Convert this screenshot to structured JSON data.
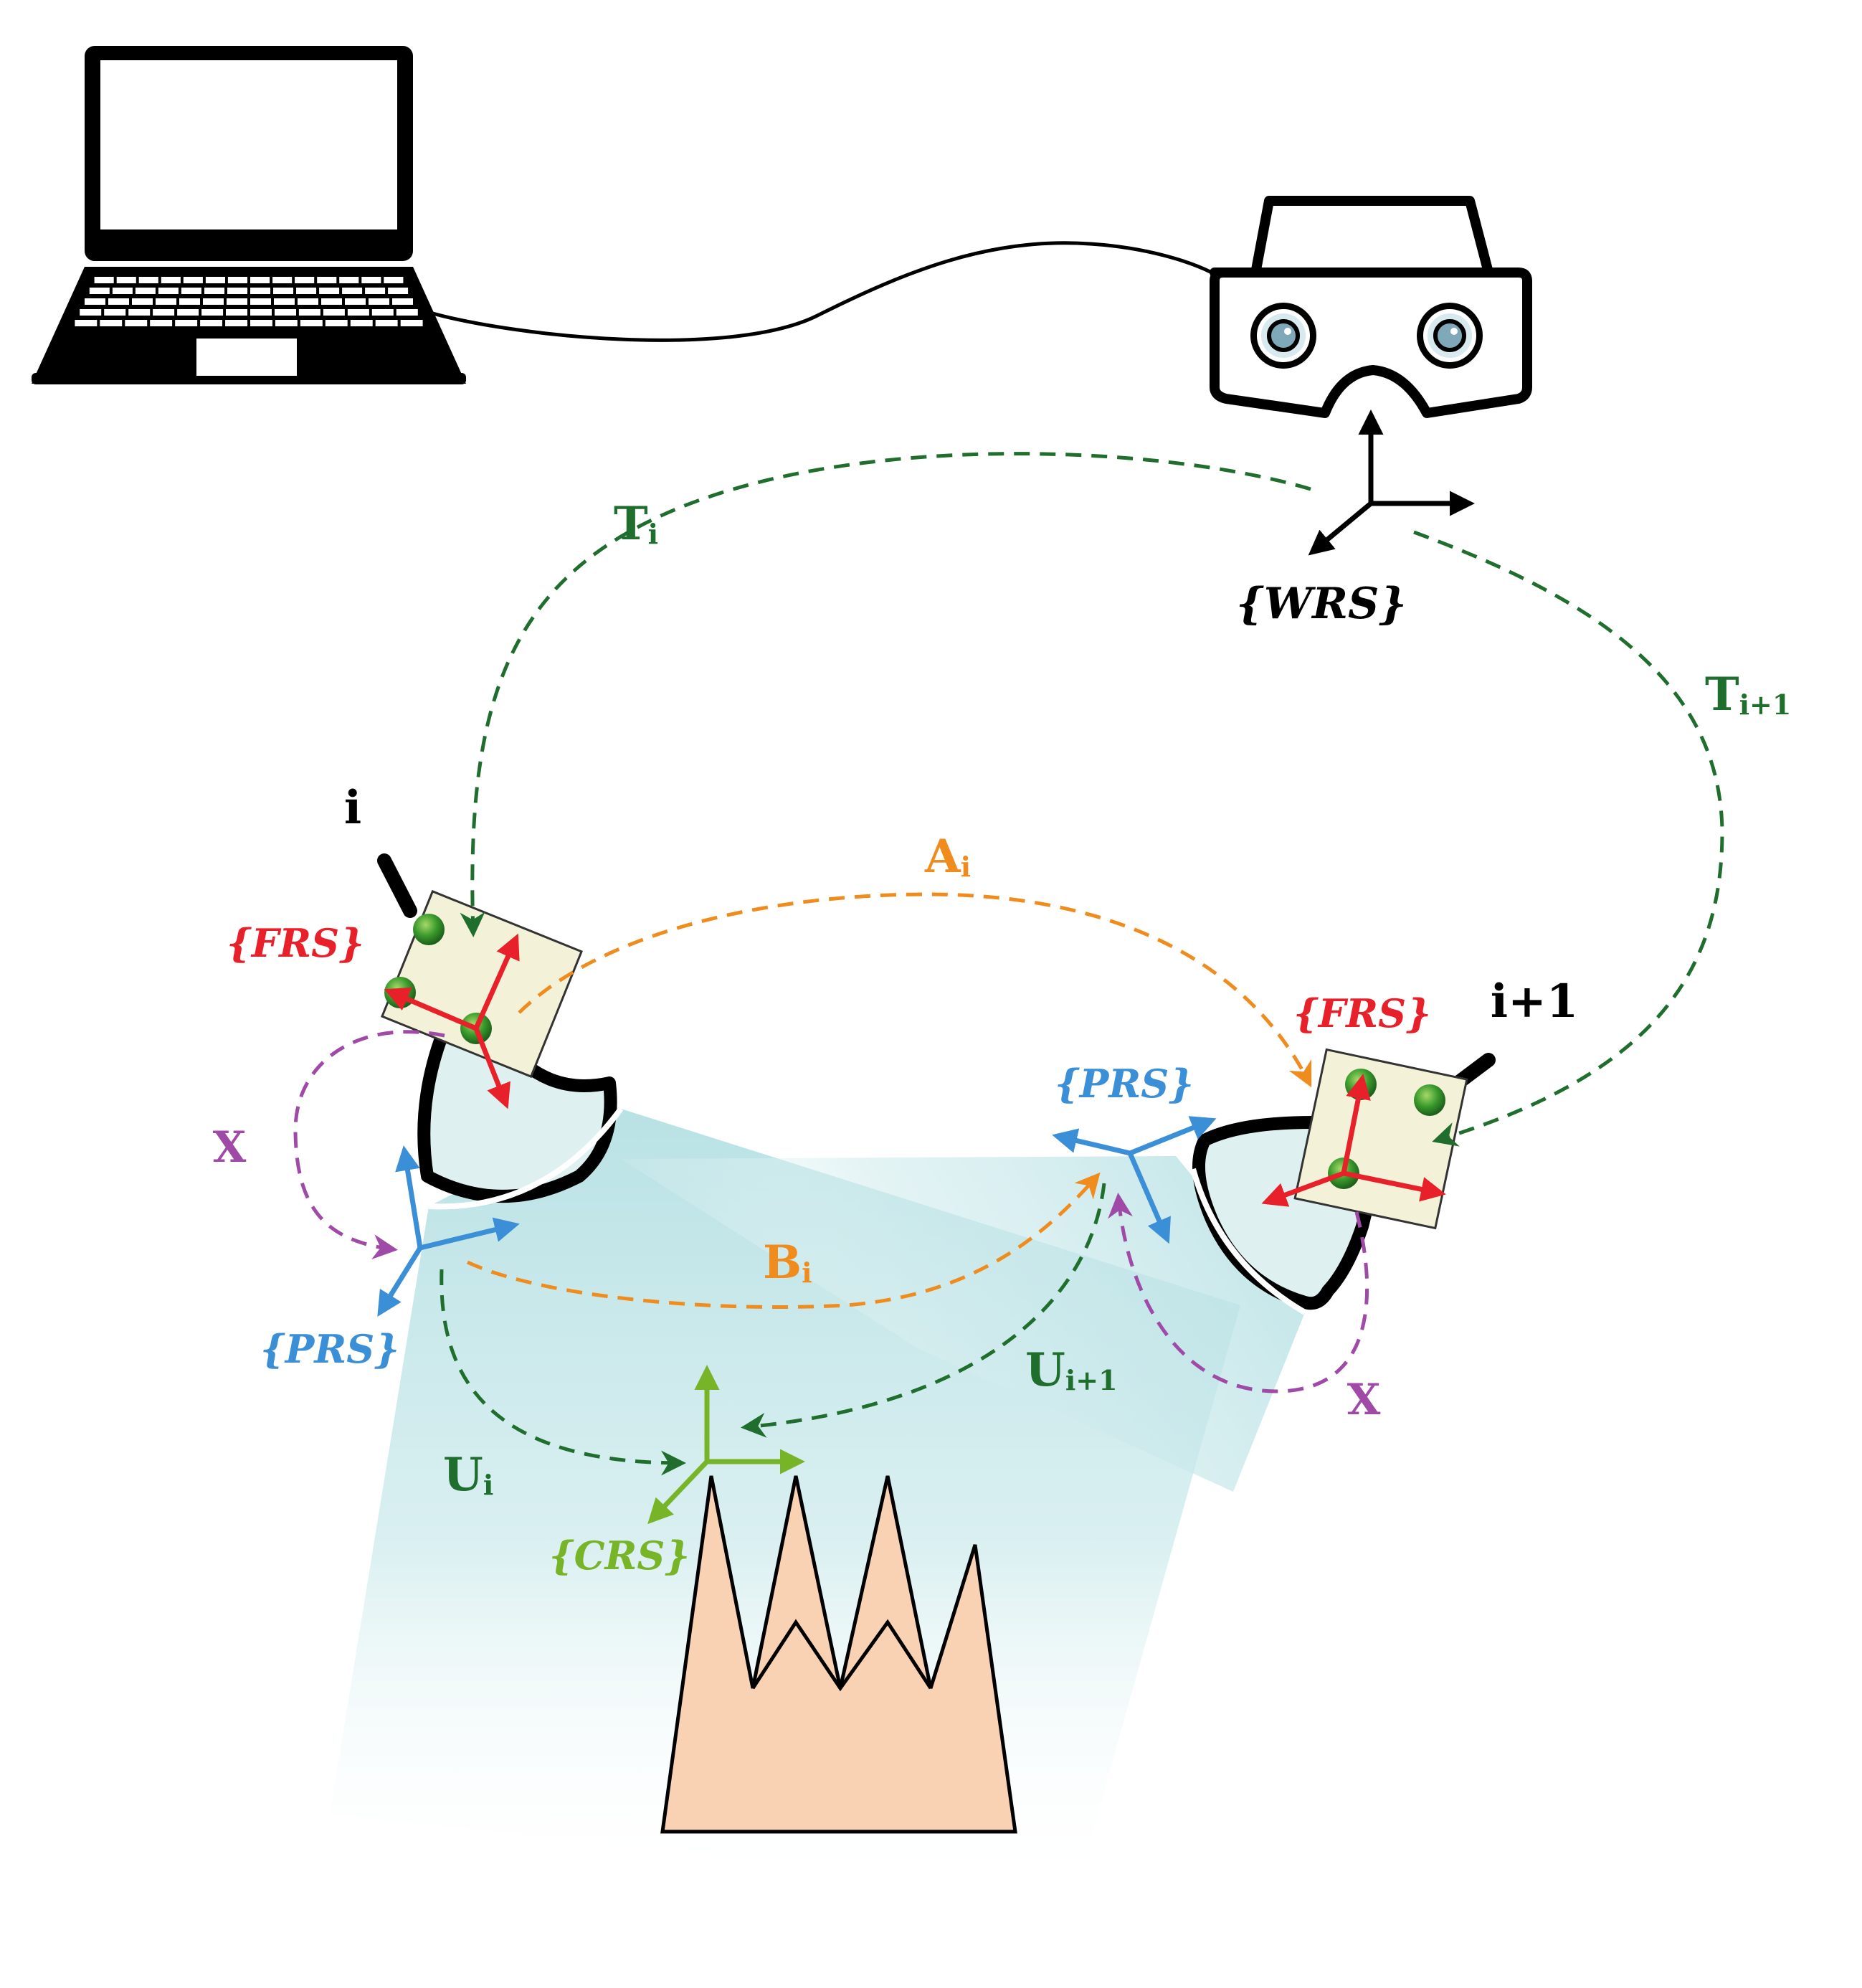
{
  "colors": {
    "black": "#000000",
    "green_dashed": "#1f6e2e",
    "orange": "#f08c1e",
    "purple": "#a04aa8",
    "red": "#e8202a",
    "blue": "#3a8fd6",
    "light_green": "#78b428",
    "cyan_beam": "#c2e6e8",
    "phantom": "#f9d2b4",
    "marker_plate": "#f3f2d8"
  },
  "devices": {
    "laptop": {
      "icon": "laptop-icon"
    },
    "headset": {
      "icon": "vr-headset-icon"
    },
    "probe_i": {
      "label": "i"
    },
    "probe_i1": {
      "label": "i+1"
    }
  },
  "frames": {
    "wrs": "{WRS}",
    "frs_i": "{FRS}",
    "frs_i1": "{FRS}",
    "prs_i": "{PRS}",
    "prs_i1": "{PRS}",
    "crs": "{CRS}"
  },
  "transforms": {
    "T_i": {
      "base": "T",
      "sub": "i"
    },
    "T_i1": {
      "base": "T",
      "sub": "i+1"
    },
    "A_i": {
      "base": "A",
      "sub": "i"
    },
    "B_i": {
      "base": "B",
      "sub": "i"
    },
    "U_i": {
      "base": "U",
      "sub": "i"
    },
    "U_i1": {
      "base": "U",
      "sub": "i+1"
    },
    "X_left": "X",
    "X_right": "X"
  }
}
